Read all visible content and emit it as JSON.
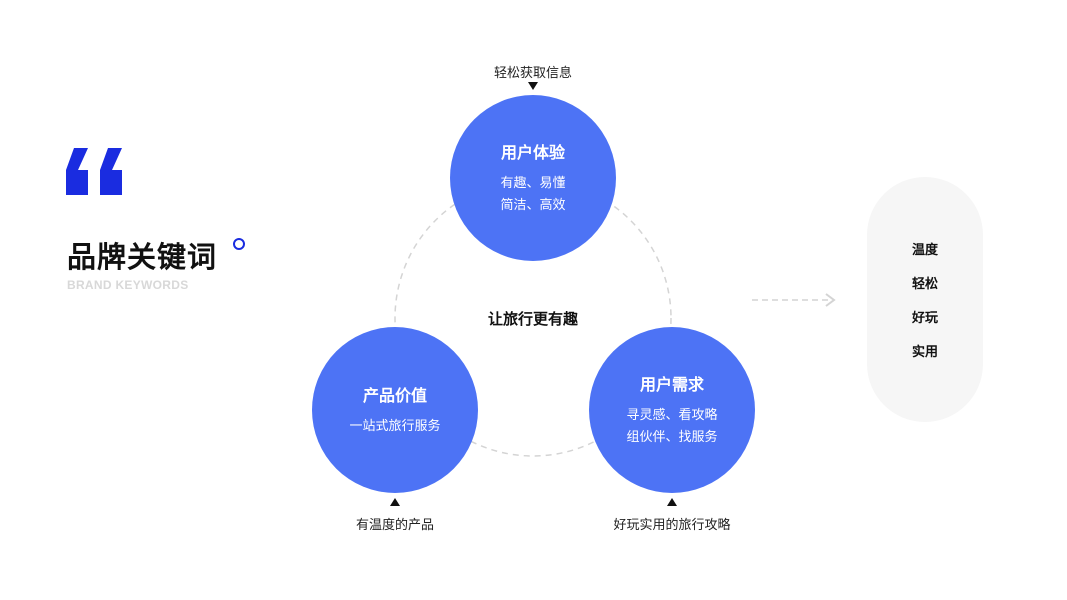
{
  "header": {
    "title": "品牌关键词",
    "subtitle": "BRAND KEYWORDS"
  },
  "center_text": "让旅行更有趣",
  "circles": [
    {
      "title": "用户体验",
      "lines": [
        "有趣、易懂",
        "简洁、高效"
      ],
      "label": "轻松获取信息"
    },
    {
      "title": "产品价值",
      "lines": [
        "一站式旅行服务"
      ],
      "label": "有温度的产品"
    },
    {
      "title": "用户需求",
      "lines": [
        "寻灵感、看攻略",
        "组伙伴、找服务"
      ],
      "label": "好玩实用的旅行攻略"
    }
  ],
  "keywords": [
    "温度",
    "轻松",
    "好玩",
    "实用"
  ],
  "colors": {
    "accent": "#1a2ce0",
    "circle": "#4d73f5",
    "pill": "#f6f6f6"
  }
}
